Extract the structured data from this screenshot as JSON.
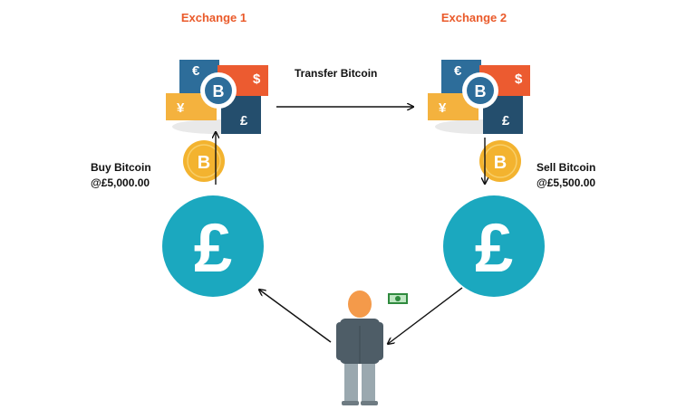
{
  "exchange1": {
    "title": "Exchange 1"
  },
  "exchange2": {
    "title": "Exchange 2"
  },
  "transfer_label": "Transfer Bitcoin",
  "buy": {
    "line1": "Buy Bitcoin",
    "line2": "@£5,000.00"
  },
  "sell": {
    "line1": "Sell Bitcoin",
    "line2": "@£5,500.00"
  },
  "currency_glyphs": {
    "euro": "€",
    "dollar": "$",
    "yen": "¥",
    "pound": "£",
    "bitcoin": "B"
  },
  "colors": {
    "title_orange": "#ea5a2a",
    "tile_blue": "#2d6d9a",
    "tile_orange": "#ec5b30",
    "tile_yellow": "#f4b23e",
    "tile_navy": "#244e6d",
    "coin_gold": "#f3b32f",
    "pound_teal": "#1ba8bf",
    "person_head": "#f49a4a",
    "person_body": "#4e5d67",
    "person_legs": "#9aa8af"
  }
}
